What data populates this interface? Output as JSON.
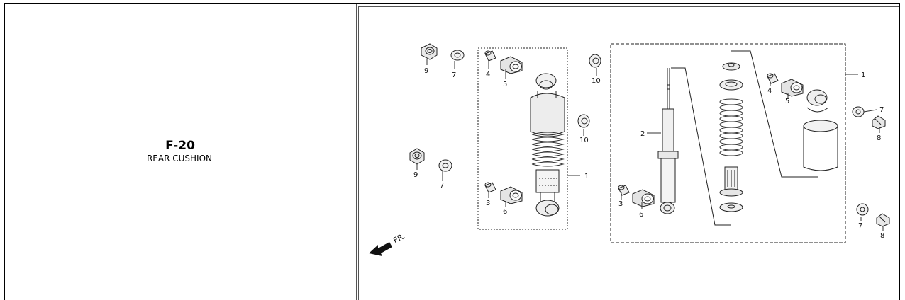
{
  "page": {
    "code": "F-20",
    "name": "REAR CUSHION"
  },
  "diagram": {
    "direction_label": "FR.",
    "callouts": [
      {
        "id": "c9a",
        "text": "9"
      },
      {
        "id": "c7a",
        "text": "7"
      },
      {
        "id": "c4a",
        "text": "4"
      },
      {
        "id": "c5a",
        "text": "5"
      },
      {
        "id": "c10a",
        "text": "10"
      },
      {
        "id": "c10b",
        "text": "10"
      },
      {
        "id": "c9b",
        "text": "9"
      },
      {
        "id": "c7b",
        "text": "7"
      },
      {
        "id": "c3a",
        "text": "3"
      },
      {
        "id": "c6a",
        "text": "6"
      },
      {
        "id": "c1a",
        "text": "1"
      },
      {
        "id": "c2",
        "text": "2"
      },
      {
        "id": "c3b",
        "text": "3"
      },
      {
        "id": "c6b",
        "text": "6"
      },
      {
        "id": "c4b",
        "text": "4"
      },
      {
        "id": "c5b",
        "text": "5"
      },
      {
        "id": "c1b",
        "text": "1"
      },
      {
        "id": "c7c",
        "text": "7"
      },
      {
        "id": "c8a",
        "text": "8"
      },
      {
        "id": "c7d",
        "text": "7"
      },
      {
        "id": "c8b",
        "text": "8"
      }
    ]
  }
}
